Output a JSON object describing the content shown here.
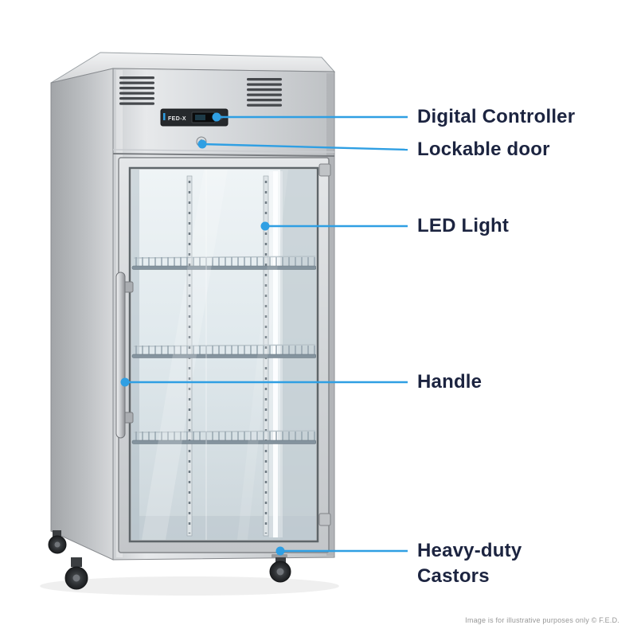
{
  "diagram": {
    "callouts": [
      {
        "id": "digital-controller",
        "label": "Digital Controller"
      },
      {
        "id": "lockable-door",
        "label": "Lockable door"
      },
      {
        "id": "led-light",
        "label": "LED Light"
      },
      {
        "id": "handle",
        "label": "Handle"
      },
      {
        "id": "heavy-duty-castors",
        "label": "Heavy-duty Castors"
      }
    ]
  },
  "product": {
    "controller_logo": "FED-X"
  },
  "footer": {
    "note": "Image is for illustrative purposes only",
    "copyright": "© F.E.D."
  },
  "colors": {
    "accent": "#2f9fe3",
    "label-text": "#1c2440",
    "background": "#ffffff"
  }
}
